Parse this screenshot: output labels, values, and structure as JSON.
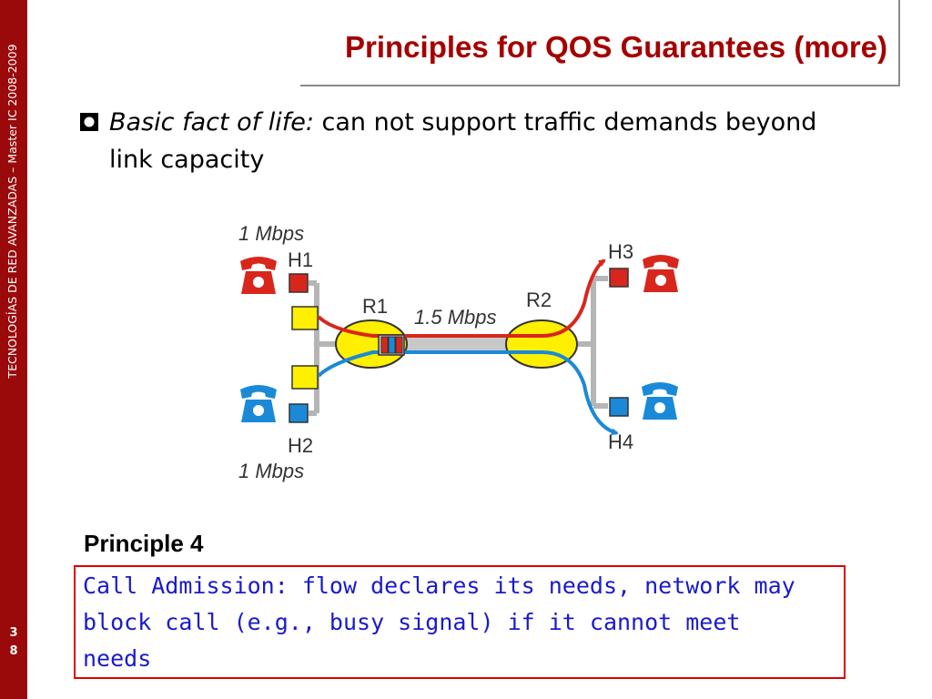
{
  "sidebar": {
    "vertical_text": "TECNOLOGÍAS DE RED AVANZADAS – Master IC 2008-2009",
    "page_digit_1": "3",
    "page_digit_2": "8"
  },
  "title": "Principles for QOS Guarantees (more)",
  "bullet": {
    "italic_lead": "Basic fact of life:",
    "rest": " can not support traffic demands beyond link capacity"
  },
  "diagram": {
    "rate_h1": "1 Mbps",
    "rate_h2": "1 Mbps",
    "link_rate": "1.5 Mbps",
    "router1": "R1",
    "router2": "R2",
    "host1": "H1",
    "host2": "H2",
    "host3": "H3",
    "host4": "H4",
    "colors": {
      "red": "#d9261c",
      "blue": "#1a8ad8",
      "yellow": "#ffef00",
      "gray": "#b5b5b5"
    }
  },
  "principle": {
    "label": "Principle 4",
    "text": "Call Admission: flow declares its needs, network may block call (e.g., busy signal) if it cannot meet needs"
  },
  "colors": {
    "sidebar": "#9b0a0a",
    "title": "#a50000",
    "box_border": "#e00000",
    "principle_text": "#1a1acc"
  }
}
